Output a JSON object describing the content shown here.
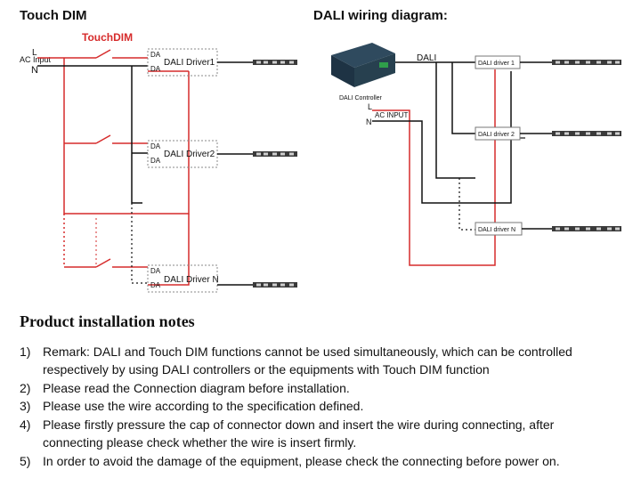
{
  "left_heading": "Touch DIM",
  "right_heading": "DALI wiring diagram:",
  "touch_dim": {
    "switch_label": "TouchDIM",
    "ac_input": "AC Input",
    "line_l": "L",
    "line_n": "N",
    "da": "DA",
    "drivers": [
      "DALI Driver1",
      "DALI Driver2",
      "DALI Driver N"
    ]
  },
  "dali": {
    "bus_label": "DALI",
    "controller_label": "DALI Controller",
    "ac_input": "AC INPUT",
    "line_l": "L",
    "line_n": "N",
    "drivers": [
      "DALI driver 1",
      "DALI driver 2",
      "DALI driver N"
    ]
  },
  "notes": {
    "title": "Product installation notes",
    "items": [
      {
        "num": "1)",
        "text": "Remark: DALI and Touch DIM functions cannot be used simultaneously, which can be controlled respectively by using DALI controllers or the equipments with Touch DIM function"
      },
      {
        "num": "2)",
        "text": "Please read the Connection diagram before installation."
      },
      {
        "num": "3)",
        "text": "Please use the wire according to the specification defined."
      },
      {
        "num": "4)",
        "text": "Please firstly pressure the cap of connector down and insert the wire during connecting, after connecting please check whether the wire is insert firmly."
      },
      {
        "num": "5)",
        "text": "In order to avoid the damage of the equipment, please check the connecting before power on."
      }
    ]
  },
  "colors": {
    "wire_red": "#d62b2b",
    "wire_black": "#111111",
    "box_border": "#777777"
  }
}
